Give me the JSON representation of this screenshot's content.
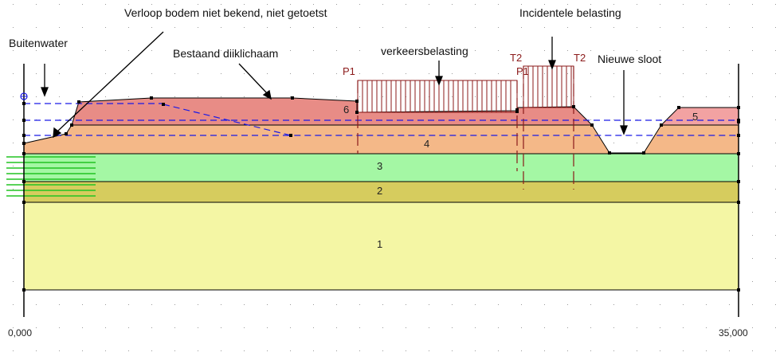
{
  "annotations": {
    "buitenwater": "Buitenwater",
    "verloop_bodem": "Verloop bodem niet bekend, niet getoetst",
    "bestaand_dijklichaam": "Bestaand diiklichaam",
    "verkeersbelasting": "verkeersbelasting",
    "incidentele_belasting": "Incidentele belasting",
    "nieuwe_sloot": "Nieuwe sloot"
  },
  "layers": {
    "layer_1": {
      "label": "1",
      "color": "#f4f6a4"
    },
    "layer_2": {
      "label": "2",
      "color": "#d6cc5e"
    },
    "layer_3": {
      "label": "3",
      "color": "#a4f7a4"
    },
    "layer_4": {
      "label": "4",
      "color": "#f4b888"
    },
    "layer_5": {
      "label": "5",
      "color": "#f2a2a2"
    },
    "layer_6": {
      "label": "6",
      "color": "#e88c86"
    }
  },
  "load_labels": {
    "p1_left": "P1",
    "t2_left": "T2",
    "p1_right": "P1",
    "t2_right": "T2"
  },
  "axis": {
    "x_start": "0,000",
    "x_end": "35,000"
  },
  "colors": {
    "phreatic_line": "#1a1ae6",
    "load_hatch": "#8b1a1a",
    "boundary": "#000000",
    "outer_water": "#22c322"
  }
}
